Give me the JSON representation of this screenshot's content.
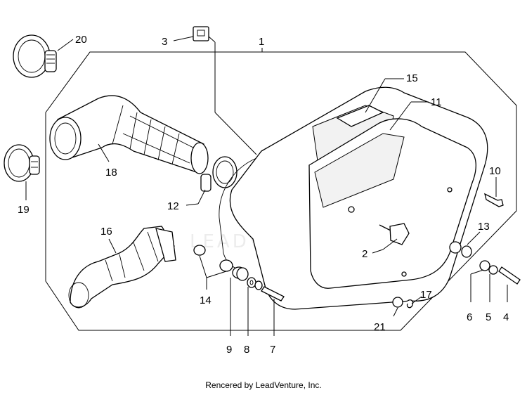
{
  "diagram": {
    "callouts": {
      "c1": "1",
      "c2": "2",
      "c3": "3",
      "c4": "4",
      "c5": "5",
      "c6": "6",
      "c7": "7",
      "c8": "8",
      "c9": "9",
      "c10": "10",
      "c11": "11",
      "c12": "12",
      "c13": "13",
      "c14": "14",
      "c15": "15",
      "c16": "16",
      "c17": "17",
      "c18": "18",
      "c19": "19",
      "c20": "20",
      "c21": "21"
    },
    "watermark": "LEADVENTURE"
  },
  "footer": {
    "text": "Rencered by LeadVenture, Inc."
  }
}
